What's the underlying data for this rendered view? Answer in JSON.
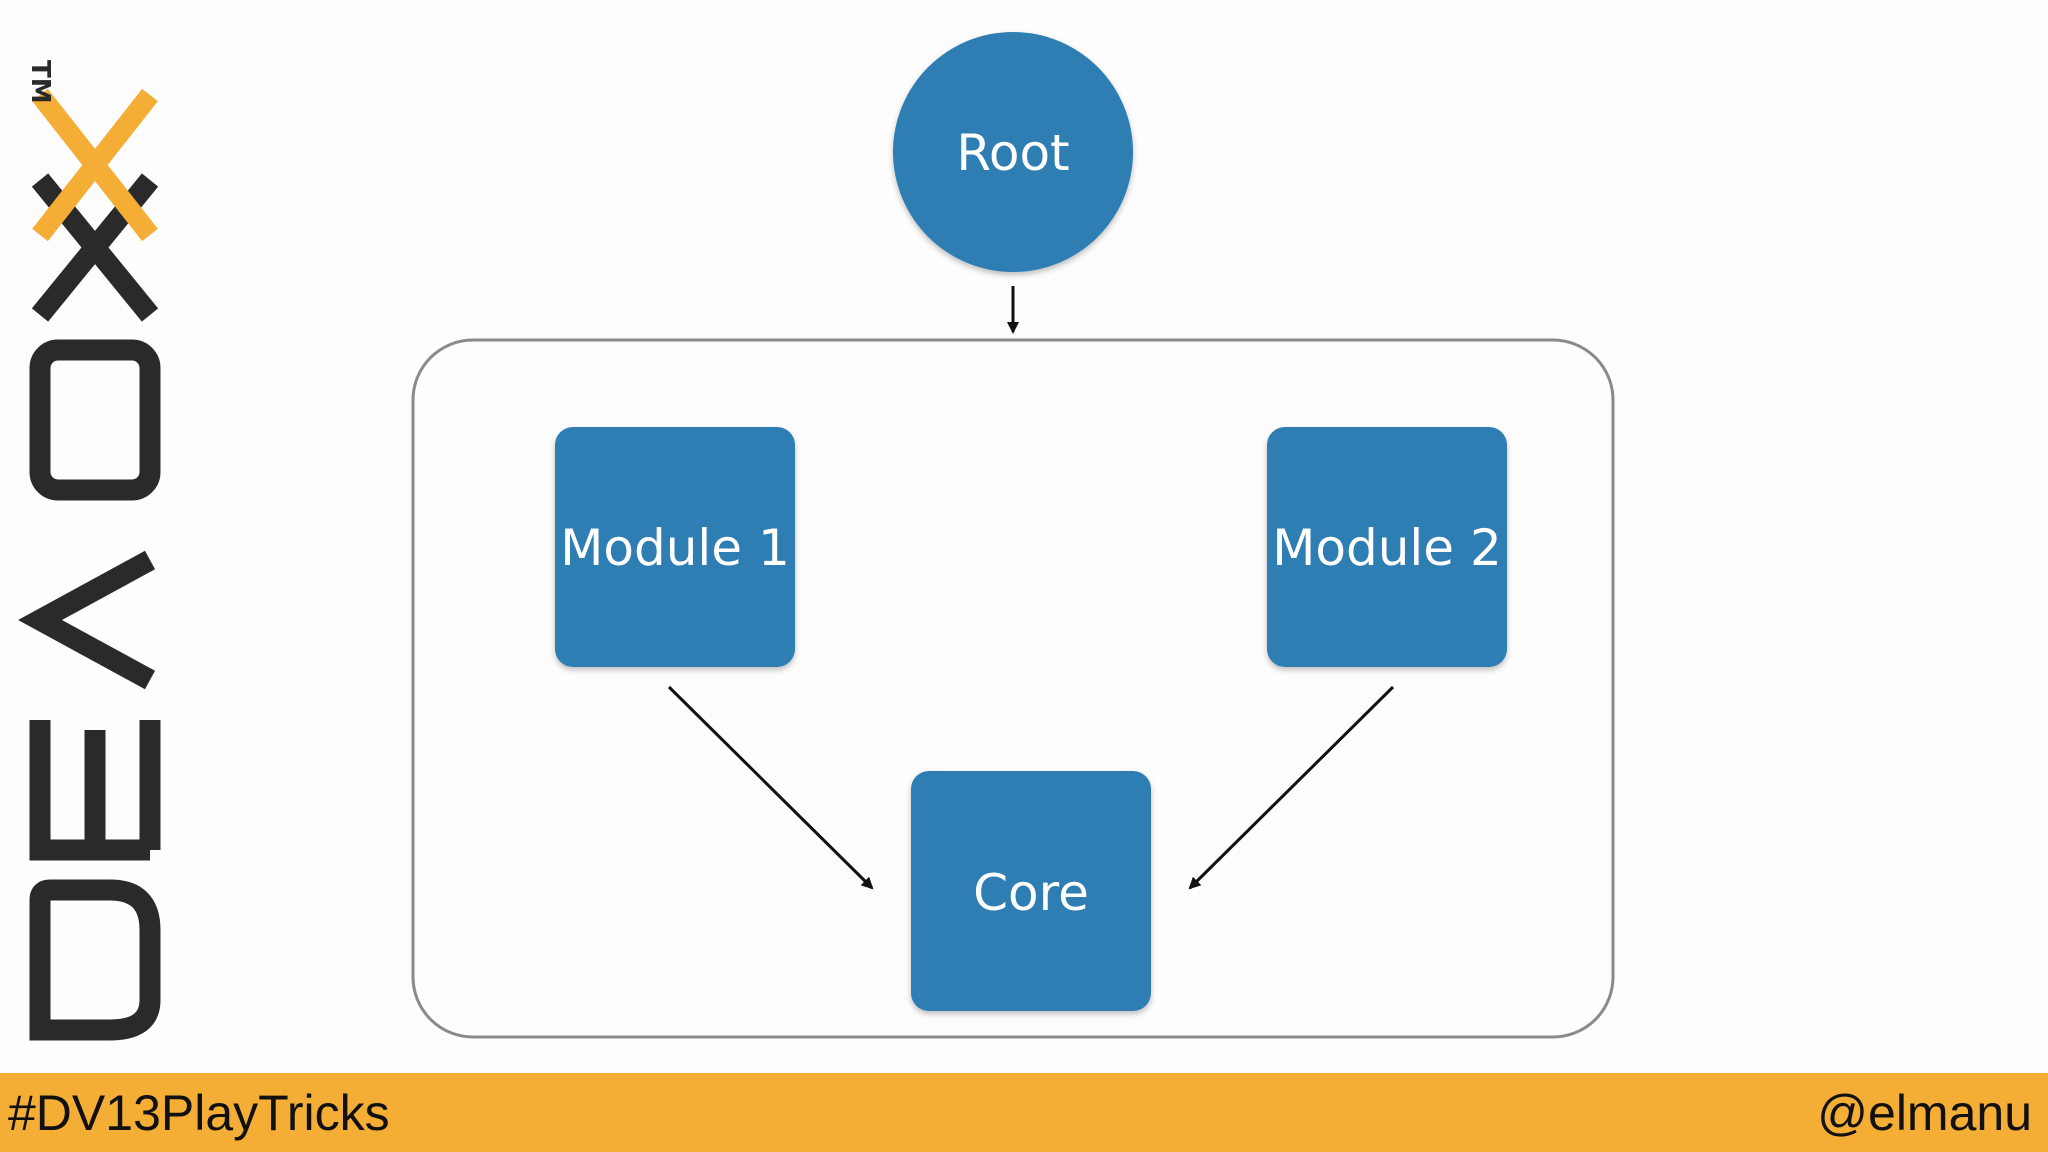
{
  "logo": {
    "text": "DEVOXX",
    "trademark": "TM",
    "colors": {
      "dark": "#2b2a2a",
      "accent": "#f4ae36"
    }
  },
  "diagram": {
    "nodes": {
      "root": "Root",
      "module1": "Module 1",
      "module2": "Module 2",
      "core": "Core"
    },
    "colors": {
      "node_fill": "#2f7db3",
      "container_stroke": "#8a8a8a",
      "arrow": "#111111"
    }
  },
  "footer": {
    "hashtag": "#DV13PlayTricks",
    "handle": "@elmanu",
    "color": "#f4ae36"
  }
}
